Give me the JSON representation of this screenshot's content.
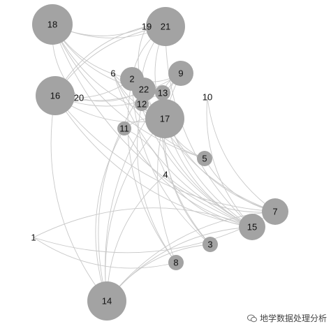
{
  "network": {
    "nodes": [
      {
        "id": "18",
        "label": "18",
        "size": 29
      },
      {
        "id": "21",
        "label": "21",
        "size": 28
      },
      {
        "id": "19",
        "label": "19",
        "size": 0
      },
      {
        "id": "16",
        "label": "16",
        "size": 28
      },
      {
        "id": "20",
        "label": "20",
        "size": 0
      },
      {
        "id": "6",
        "label": "6",
        "size": 0
      },
      {
        "id": "2",
        "label": "2",
        "size": 17
      },
      {
        "id": "22",
        "label": "22",
        "size": 17
      },
      {
        "id": "9",
        "label": "9",
        "size": 18
      },
      {
        "id": "13",
        "label": "13",
        "size": 11
      },
      {
        "id": "12",
        "label": "12",
        "size": 10
      },
      {
        "id": "10",
        "label": "10",
        "size": 0
      },
      {
        "id": "17",
        "label": "17",
        "size": 28
      },
      {
        "id": "11",
        "label": "11",
        "size": 10
      },
      {
        "id": "5",
        "label": "5",
        "size": 11
      },
      {
        "id": "4",
        "label": "4",
        "size": 0
      },
      {
        "id": "7",
        "label": "7",
        "size": 19
      },
      {
        "id": "15",
        "label": "15",
        "size": 19
      },
      {
        "id": "1",
        "label": "1",
        "size": 0
      },
      {
        "id": "3",
        "label": "3",
        "size": 11
      },
      {
        "id": "8",
        "label": "8",
        "size": 11
      },
      {
        "id": "14",
        "label": "14",
        "size": 28
      }
    ],
    "edges": [
      [
        "18",
        "21"
      ],
      [
        "18",
        "19"
      ],
      [
        "18",
        "17"
      ],
      [
        "18",
        "22"
      ],
      [
        "18",
        "5"
      ],
      [
        "18",
        "15"
      ],
      [
        "18",
        "2"
      ],
      [
        "18",
        "20"
      ],
      [
        "21",
        "16"
      ],
      [
        "21",
        "2"
      ],
      [
        "21",
        "17"
      ],
      [
        "21",
        "12"
      ],
      [
        "19",
        "16"
      ],
      [
        "19",
        "22"
      ],
      [
        "16",
        "14"
      ],
      [
        "16",
        "9"
      ],
      [
        "16",
        "13"
      ],
      [
        "16",
        "17"
      ],
      [
        "16",
        "15"
      ],
      [
        "16",
        "7"
      ],
      [
        "16",
        "2"
      ],
      [
        "20",
        "22"
      ],
      [
        "6",
        "5"
      ],
      [
        "6",
        "17"
      ],
      [
        "6",
        "22"
      ],
      [
        "2",
        "9"
      ],
      [
        "2",
        "17"
      ],
      [
        "2",
        "15"
      ],
      [
        "2",
        "3"
      ],
      [
        "2",
        "13"
      ],
      [
        "22",
        "17"
      ],
      [
        "22",
        "13"
      ],
      [
        "22",
        "15"
      ],
      [
        "22",
        "7"
      ],
      [
        "9",
        "17"
      ],
      [
        "9",
        "8"
      ],
      [
        "9",
        "14"
      ],
      [
        "9",
        "13"
      ],
      [
        "13",
        "15"
      ],
      [
        "13",
        "17"
      ],
      [
        "13",
        "3"
      ],
      [
        "12",
        "17"
      ],
      [
        "12",
        "8"
      ],
      [
        "10",
        "7"
      ],
      [
        "10",
        "15"
      ],
      [
        "17",
        "11"
      ],
      [
        "17",
        "5"
      ],
      [
        "17",
        "14"
      ],
      [
        "17",
        "15"
      ],
      [
        "17",
        "7"
      ],
      [
        "17",
        "3"
      ],
      [
        "11",
        "15"
      ],
      [
        "11",
        "14"
      ],
      [
        "5",
        "7"
      ],
      [
        "4",
        "7"
      ],
      [
        "4",
        "15"
      ],
      [
        "4",
        "11"
      ],
      [
        "4",
        "14"
      ],
      [
        "7",
        "14"
      ],
      [
        "15",
        "14"
      ],
      [
        "15",
        "1"
      ],
      [
        "1",
        "8"
      ],
      [
        "1",
        "7"
      ],
      [
        "3",
        "14"
      ],
      [
        "2",
        "8"
      ],
      [
        "22",
        "14"
      ],
      [
        "6",
        "15"
      ],
      [
        "21",
        "15"
      ]
    ],
    "colors": {
      "node": "#a3a3a3",
      "edge": "#c8c8c8",
      "label": "#111111"
    }
  },
  "watermark": {
    "text": "地学数据处理分析",
    "icon": "wechat-icon"
  }
}
